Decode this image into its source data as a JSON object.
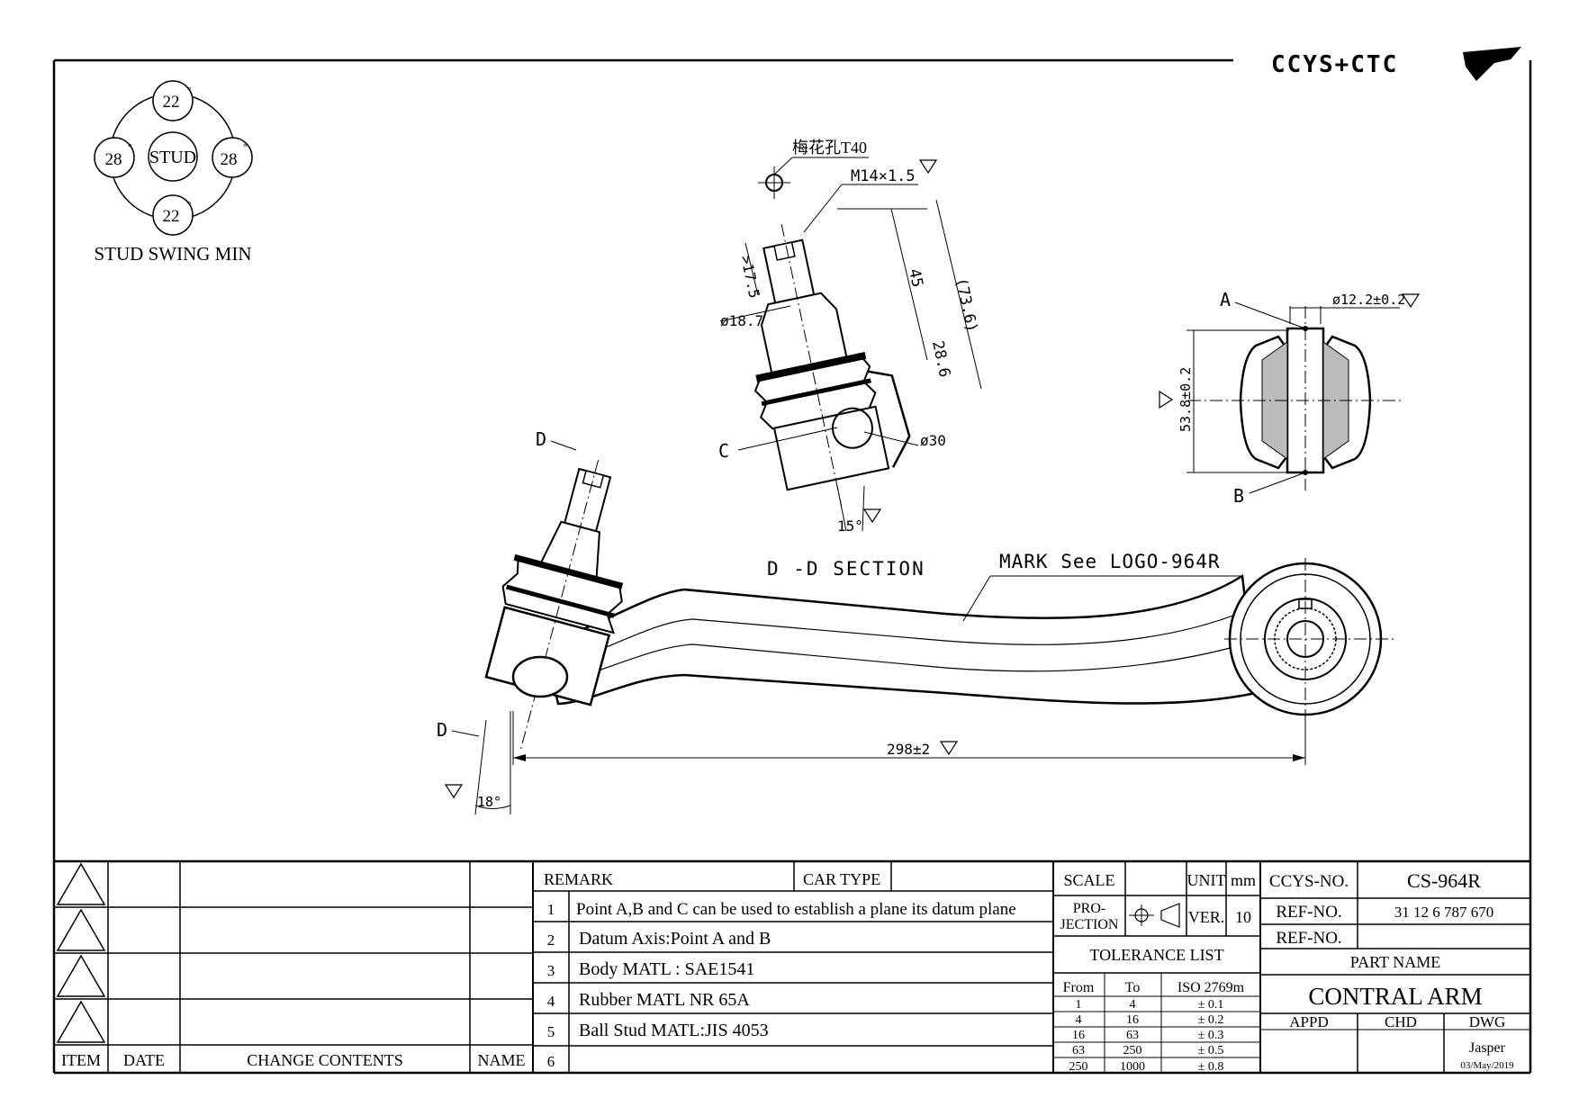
{
  "logo": {
    "text": "CCYS+CTC"
  },
  "stud_swing": {
    "center_label": "STUD",
    "top": "22",
    "bottom": "22",
    "left": "28",
    "right": "28",
    "degree": "°",
    "caption": "STUD SWING MIN"
  },
  "section_view": {
    "title": "D -D SECTION",
    "hex_socket": "梅花孔T40",
    "thread": "M14×1.5",
    "dim_45": "45",
    "dim_73_6": "(73.6)",
    "dim_17_5": ">17.5",
    "dim_18_7": "ø18.7",
    "dim_28_6": "28.6",
    "dim_30": "ø30",
    "angle_15": "15°",
    "point_c": "C",
    "section_mark": "D"
  },
  "bushing_view": {
    "point_a": "A",
    "point_b": "B",
    "dim_diameter": "ø12.2±0.2",
    "dim_height": "53.8±0.2"
  },
  "main_view": {
    "mark_note": "MARK See LOGO-964R",
    "length_dim": "298±2",
    "angle_18": "18°",
    "section_top": "D",
    "section_bottom": "D"
  },
  "title_block": {
    "revision": {
      "headers": {
        "item": "ITEM",
        "date": "DATE",
        "change": "CHANGE CONTENTS",
        "name": "NAME"
      }
    },
    "remark": {
      "header": "REMARK",
      "car_type_label": "CAR TYPE",
      "car_type_value": "",
      "rows": [
        {
          "num": "1",
          "text": "Point A,B and C can be used to establish a plane its datum plane"
        },
        {
          "num": "2",
          "text": "Datum Axis:Point A and B"
        },
        {
          "num": "3",
          "text": "Body MATL : SAE1541"
        },
        {
          "num": "4",
          "text": "Rubber MATL NR 65A"
        },
        {
          "num": "5",
          "text": "Ball Stud MATL:JIS 4053"
        },
        {
          "num": "6",
          "text": ""
        }
      ]
    },
    "scale_label": "SCALE",
    "scale_value": "",
    "unit_label": "UNIT",
    "unit_value": "mm",
    "projection_line1": "PRO-",
    "projection_line2": "JECTION",
    "version_label": "VER.",
    "version_value": "10",
    "tolerance": {
      "title": "TOLERANCE LIST",
      "headers": [
        "From",
        "To",
        "ISO 2769m"
      ],
      "rows": [
        [
          "1",
          "4",
          "± 0.1"
        ],
        [
          "4",
          "16",
          "± 0.2"
        ],
        [
          "16",
          "63",
          "± 0.3"
        ],
        [
          "63",
          "250",
          "± 0.5"
        ],
        [
          "250",
          "1000",
          "± 0.8"
        ]
      ]
    },
    "ccys_no_label": "CCYS-NO.",
    "ccys_no_value": "CS-964R",
    "ref_no_label": "REF-NO.",
    "ref_no_value": "31 12 6 787 670",
    "ref_no2_label": "REF-NO.",
    "ref_no2_value": "",
    "part_name_label": "PART NAME",
    "part_name_value": "CONTRAL ARM",
    "appd_label": "APPD",
    "chd_label": "CHD",
    "dwg_label": "DWG",
    "drawn_by": "Jasper",
    "date": "03/May/2019"
  }
}
